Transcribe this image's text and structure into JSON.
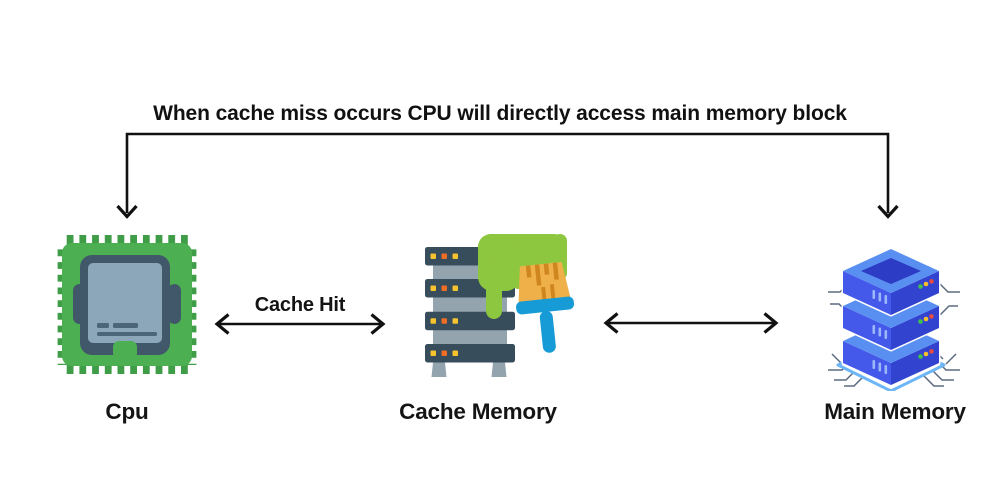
{
  "diagram": {
    "title": "When cache miss occurs CPU will directly access main memory block",
    "nodes": [
      {
        "id": "cpu",
        "label": "Cpu",
        "icon": "cpu-chip-icon"
      },
      {
        "id": "cache-memory",
        "label": "Cache Memory",
        "icon": "server-stack-paint-brush-icon"
      },
      {
        "id": "main-memory",
        "label": "Main Memory",
        "icon": "isometric-server-tower-icon"
      }
    ],
    "edges": [
      {
        "from": "cpu",
        "to": "cache-memory",
        "label": "Cache Hit",
        "style": "double-headed-arrow"
      },
      {
        "from": "cache-memory",
        "to": "main-memory",
        "label": "",
        "style": "double-headed-arrow"
      },
      {
        "from": "cpu",
        "to": "main-memory",
        "label": "When cache miss occurs CPU will directly access main memory block",
        "style": "bracket-with-down-arrows"
      }
    ],
    "colors": {
      "arrow_black": "#111111",
      "cpu_green": "#4cb052",
      "cpu_teeth_green": "#3f9d47",
      "chip_frame_slate": "#41586a",
      "chip_screen": "#8ca7b9",
      "server_slate": "#374d5c",
      "server_connector": "#93a4ae",
      "led_yellow": "#f6c42d",
      "led_orange": "#ef6d25",
      "paint_green": "#8dc63f",
      "brush_orange": "#efb04a",
      "brush_stripe": "#d0861f",
      "brush_blue": "#179bd7",
      "mm_top_blue": "#5a8ff2",
      "mm_left_blue": "#4459ea",
      "mm_right_blue": "#3143cf",
      "mm_dark_blue": "#2c3cc4",
      "mm_rim_blue": "#6cb6f8",
      "circuit_trace": "#5b6b80",
      "mm_led_green": "#41c24e",
      "mm_led_yellow": "#f5c02c",
      "mm_led_red": "#ea4b3f"
    }
  }
}
